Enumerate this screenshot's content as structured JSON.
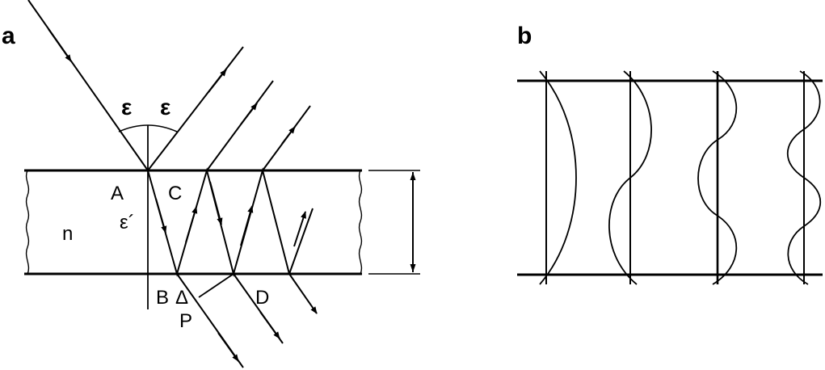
{
  "panel_a": {
    "label": "a",
    "angle_left": "ε",
    "angle_right": "ε",
    "angle_refracted": "ε´",
    "point_A": "A",
    "point_B": "B",
    "point_C": "C",
    "point_D": "D",
    "point_P": "P",
    "delta": "Δ",
    "medium": "n"
  },
  "panel_b": {
    "label": "b"
  }
}
